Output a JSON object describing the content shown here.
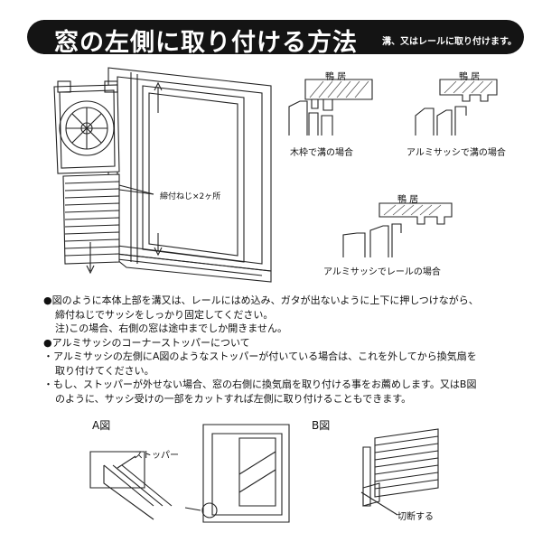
{
  "header": {
    "title": "窓の左側に取り付ける方法",
    "subtitle": "溝、又はレールに取り付けます。"
  },
  "main_figure": {
    "screw_label": "締付ねじ×2ヶ所"
  },
  "profiles": [
    {
      "top_label": "鴨 居",
      "caption": "木枠で溝の場合"
    },
    {
      "top_label": "鴨 居",
      "caption": "アルミサッシで溝の場合"
    },
    {
      "top_label": "鴨 居",
      "caption": "アルミサッシでレールの場合"
    }
  ],
  "notes": [
    {
      "bullet": "●",
      "text": "図のように本体上部を溝又は、レールにはめ込み、ガタが出ないように上下に押しつけながら、"
    },
    {
      "bullet": "",
      "text": "締付ねじでサッシをしっかり固定してください。"
    },
    {
      "bullet": "",
      "text": "注)この場合、右側の窓は途中までしか開きません。"
    },
    {
      "bullet": "●",
      "text": "アルミサッシのコーナーストッパーについて"
    },
    {
      "bullet": "・",
      "text": "アルミサッシの左側にA図のようなストッパーが付いている場合は、これを外してから換気扇を"
    },
    {
      "bullet": "",
      "text": "取り付けてください。"
    },
    {
      "bullet": "・",
      "text": "もし、ストッパーが外せない場合、窓の右側に換気扇を取り付ける事をお薦めします。又はB図"
    },
    {
      "bullet": "",
      "text": "のように、サッシ受けの一部をカットすれば左側に取り付けることもできます。"
    }
  ],
  "figure_a": {
    "title": "A図",
    "stopper_label": "ストッパー"
  },
  "figure_b": {
    "title": "B図",
    "cut_label": "切断する"
  }
}
